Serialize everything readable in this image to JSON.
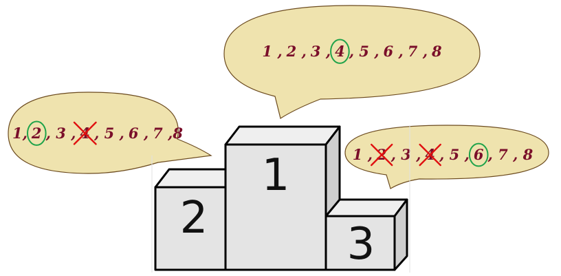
{
  "colors": {
    "bubble_fill": "#efe3ae",
    "bubble_stroke": "#6b4a1e",
    "digit_color": "#7a0f2a",
    "circle_mark": "#1fa34a",
    "cross_mark": "#e01010",
    "podium_front": "#e4e4e4",
    "podium_top": "#efefef",
    "podium_side": "#cfcfcf"
  },
  "podium": {
    "first": "1",
    "second": "2",
    "third": "3"
  },
  "bubbles": {
    "top": {
      "speaker": "first",
      "items": [
        {
          "text": "1 ,",
          "mark": "none"
        },
        {
          "text": "2 ,",
          "mark": "none"
        },
        {
          "text": "3 ,",
          "mark": "none"
        },
        {
          "text": "4",
          "mark": "circle"
        },
        {
          "text": ", 5 ,",
          "mark": "none"
        },
        {
          "text": "6 ,",
          "mark": "none"
        },
        {
          "text": "7 ,",
          "mark": "none"
        },
        {
          "text": "8",
          "mark": "none"
        }
      ]
    },
    "left": {
      "speaker": "second",
      "items": [
        {
          "text": "1,",
          "mark": "none"
        },
        {
          "text": "2",
          "mark": "circle"
        },
        {
          "text": ", 3 ,",
          "mark": "none"
        },
        {
          "text": "4",
          "mark": "cross"
        },
        {
          "text": ", 5 ,",
          "mark": "none"
        },
        {
          "text": "6 ,",
          "mark": "none"
        },
        {
          "text": "7 ,8",
          "mark": "none"
        }
      ]
    },
    "right": {
      "speaker": "third",
      "items": [
        {
          "text": "1 ,",
          "mark": "none"
        },
        {
          "text": "2",
          "mark": "cross"
        },
        {
          "text": ", 3 ,",
          "mark": "none"
        },
        {
          "text": "4",
          "mark": "cross"
        },
        {
          "text": ", 5 ,",
          "mark": "none"
        },
        {
          "text": "6",
          "mark": "circle"
        },
        {
          "text": ", 7 , 8",
          "mark": "none"
        }
      ]
    }
  }
}
